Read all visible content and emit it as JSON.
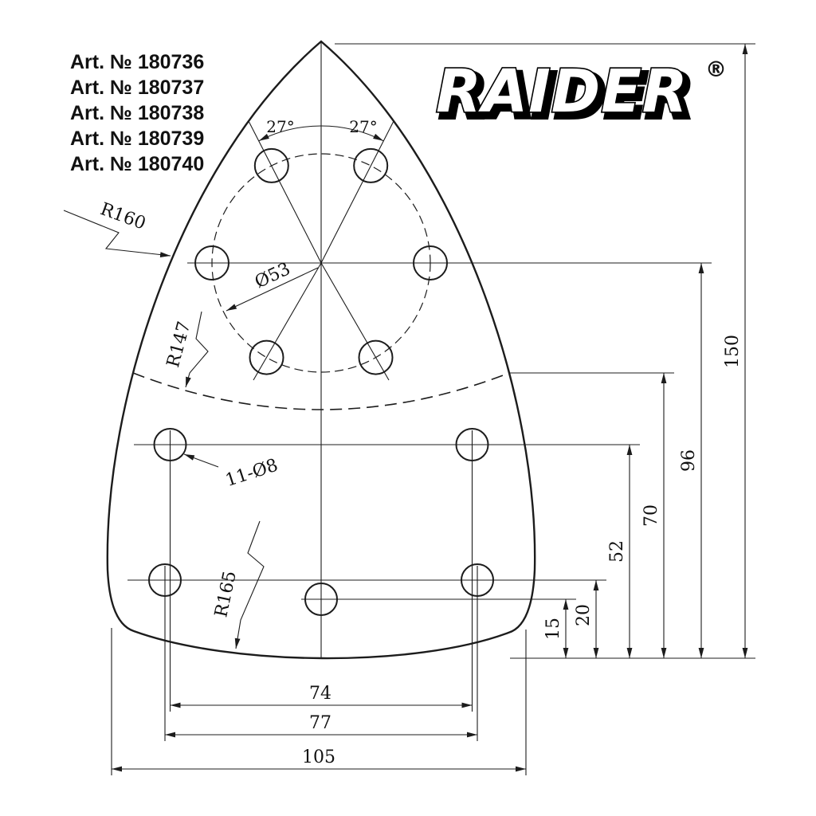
{
  "art": {
    "items": [
      "Art. № 180736",
      "Art. № 180737",
      "Art. № 180738",
      "Art. № 180739",
      "Art. № 180740"
    ]
  },
  "logo": {
    "text": "RAIDER",
    "registered": "®"
  },
  "annotations": {
    "angle_left": "27°",
    "angle_right": "27°",
    "diameter": "Ø53",
    "radius_r160": "R160",
    "radius_r147": "R147",
    "radius_r165": "R165",
    "holes_callout": "11-Ø8"
  },
  "dims": {
    "h150": "150",
    "h96": "96",
    "h70": "70",
    "h52": "52",
    "h20": "20",
    "h15": "15",
    "w74": "74",
    "w77": "77",
    "w105": "105"
  },
  "colors": {
    "ink": "#1c1c1c",
    "paper": "#ffffff"
  }
}
